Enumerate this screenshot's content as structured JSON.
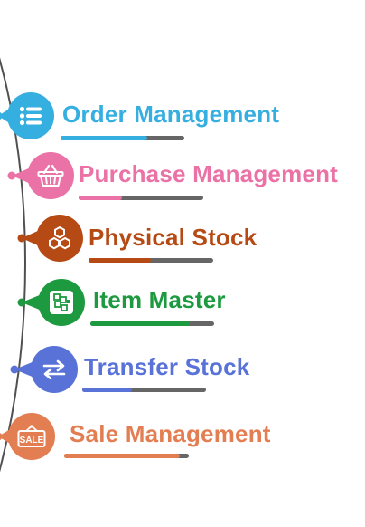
{
  "items": [
    {
      "label": "Order Management",
      "color": "#35aee0",
      "icon": "list-icon",
      "progress": 0.7
    },
    {
      "label": "Purchase Management",
      "color": "#ea72a6",
      "icon": "basket-icon",
      "progress": 0.35
    },
    {
      "label": "Physical Stock",
      "color": "#b64a14",
      "icon": "hexagons-icon",
      "progress": 0.5
    },
    {
      "label": "Item Master",
      "color": "#1d9a40",
      "icon": "cubes-icon",
      "progress": 0.8
    },
    {
      "label": "Transfer Stock",
      "color": "#5872d8",
      "icon": "swap-arrows-icon",
      "progress": 0.4
    },
    {
      "label": "Sale Management",
      "color": "#e37e52",
      "icon": "sale-sign-icon",
      "progress": 0.93
    }
  ],
  "sale_sign_text": "SALE",
  "track_color": "#666666"
}
